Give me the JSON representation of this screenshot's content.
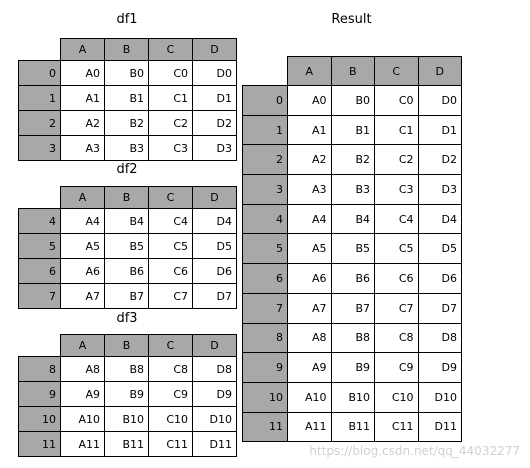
{
  "tables": [
    {
      "title": "df1",
      "columns": [
        "A",
        "B",
        "C",
        "D"
      ],
      "rows": [
        {
          "index": "0",
          "cells": [
            "A0",
            "B0",
            "C0",
            "D0"
          ]
        },
        {
          "index": "1",
          "cells": [
            "A1",
            "B1",
            "C1",
            "D1"
          ]
        },
        {
          "index": "2",
          "cells": [
            "A2",
            "B2",
            "C2",
            "D2"
          ]
        },
        {
          "index": "3",
          "cells": [
            "A3",
            "B3",
            "C3",
            "D3"
          ]
        }
      ]
    },
    {
      "title": "df2",
      "columns": [
        "A",
        "B",
        "C",
        "D"
      ],
      "rows": [
        {
          "index": "4",
          "cells": [
            "A4",
            "B4",
            "C4",
            "D4"
          ]
        },
        {
          "index": "5",
          "cells": [
            "A5",
            "B5",
            "C5",
            "D5"
          ]
        },
        {
          "index": "6",
          "cells": [
            "A6",
            "B6",
            "C6",
            "D6"
          ]
        },
        {
          "index": "7",
          "cells": [
            "A7",
            "B7",
            "C7",
            "D7"
          ]
        }
      ]
    },
    {
      "title": "df3",
      "columns": [
        "A",
        "B",
        "C",
        "D"
      ],
      "rows": [
        {
          "index": "8",
          "cells": [
            "A8",
            "B8",
            "C8",
            "D8"
          ]
        },
        {
          "index": "9",
          "cells": [
            "A9",
            "B9",
            "C9",
            "D9"
          ]
        },
        {
          "index": "10",
          "cells": [
            "A10",
            "B10",
            "C10",
            "D10"
          ]
        },
        {
          "index": "11",
          "cells": [
            "A11",
            "B11",
            "C11",
            "D11"
          ]
        }
      ]
    },
    {
      "title": "Result",
      "columns": [
        "A",
        "B",
        "C",
        "D"
      ],
      "rows": [
        {
          "index": "0",
          "cells": [
            "A0",
            "B0",
            "C0",
            "D0"
          ]
        },
        {
          "index": "1",
          "cells": [
            "A1",
            "B1",
            "C1",
            "D1"
          ]
        },
        {
          "index": "2",
          "cells": [
            "A2",
            "B2",
            "C2",
            "D2"
          ]
        },
        {
          "index": "3",
          "cells": [
            "A3",
            "B3",
            "C3",
            "D3"
          ]
        },
        {
          "index": "4",
          "cells": [
            "A4",
            "B4",
            "C4",
            "D4"
          ]
        },
        {
          "index": "5",
          "cells": [
            "A5",
            "B5",
            "C5",
            "D5"
          ]
        },
        {
          "index": "6",
          "cells": [
            "A6",
            "B6",
            "C6",
            "D6"
          ]
        },
        {
          "index": "7",
          "cells": [
            "A7",
            "B7",
            "C7",
            "D7"
          ]
        },
        {
          "index": "8",
          "cells": [
            "A8",
            "B8",
            "C8",
            "D8"
          ]
        },
        {
          "index": "9",
          "cells": [
            "A9",
            "B9",
            "C9",
            "D9"
          ]
        },
        {
          "index": "10",
          "cells": [
            "A10",
            "B10",
            "C10",
            "D10"
          ]
        },
        {
          "index": "11",
          "cells": [
            "A11",
            "B11",
            "C11",
            "D11"
          ]
        }
      ]
    }
  ],
  "watermark": "https://blog.csdn.net/qq_44032277",
  "colors": {
    "header_fill": "#a8a8a8",
    "cell_fill": "#ffffff",
    "border": "#000000"
  }
}
